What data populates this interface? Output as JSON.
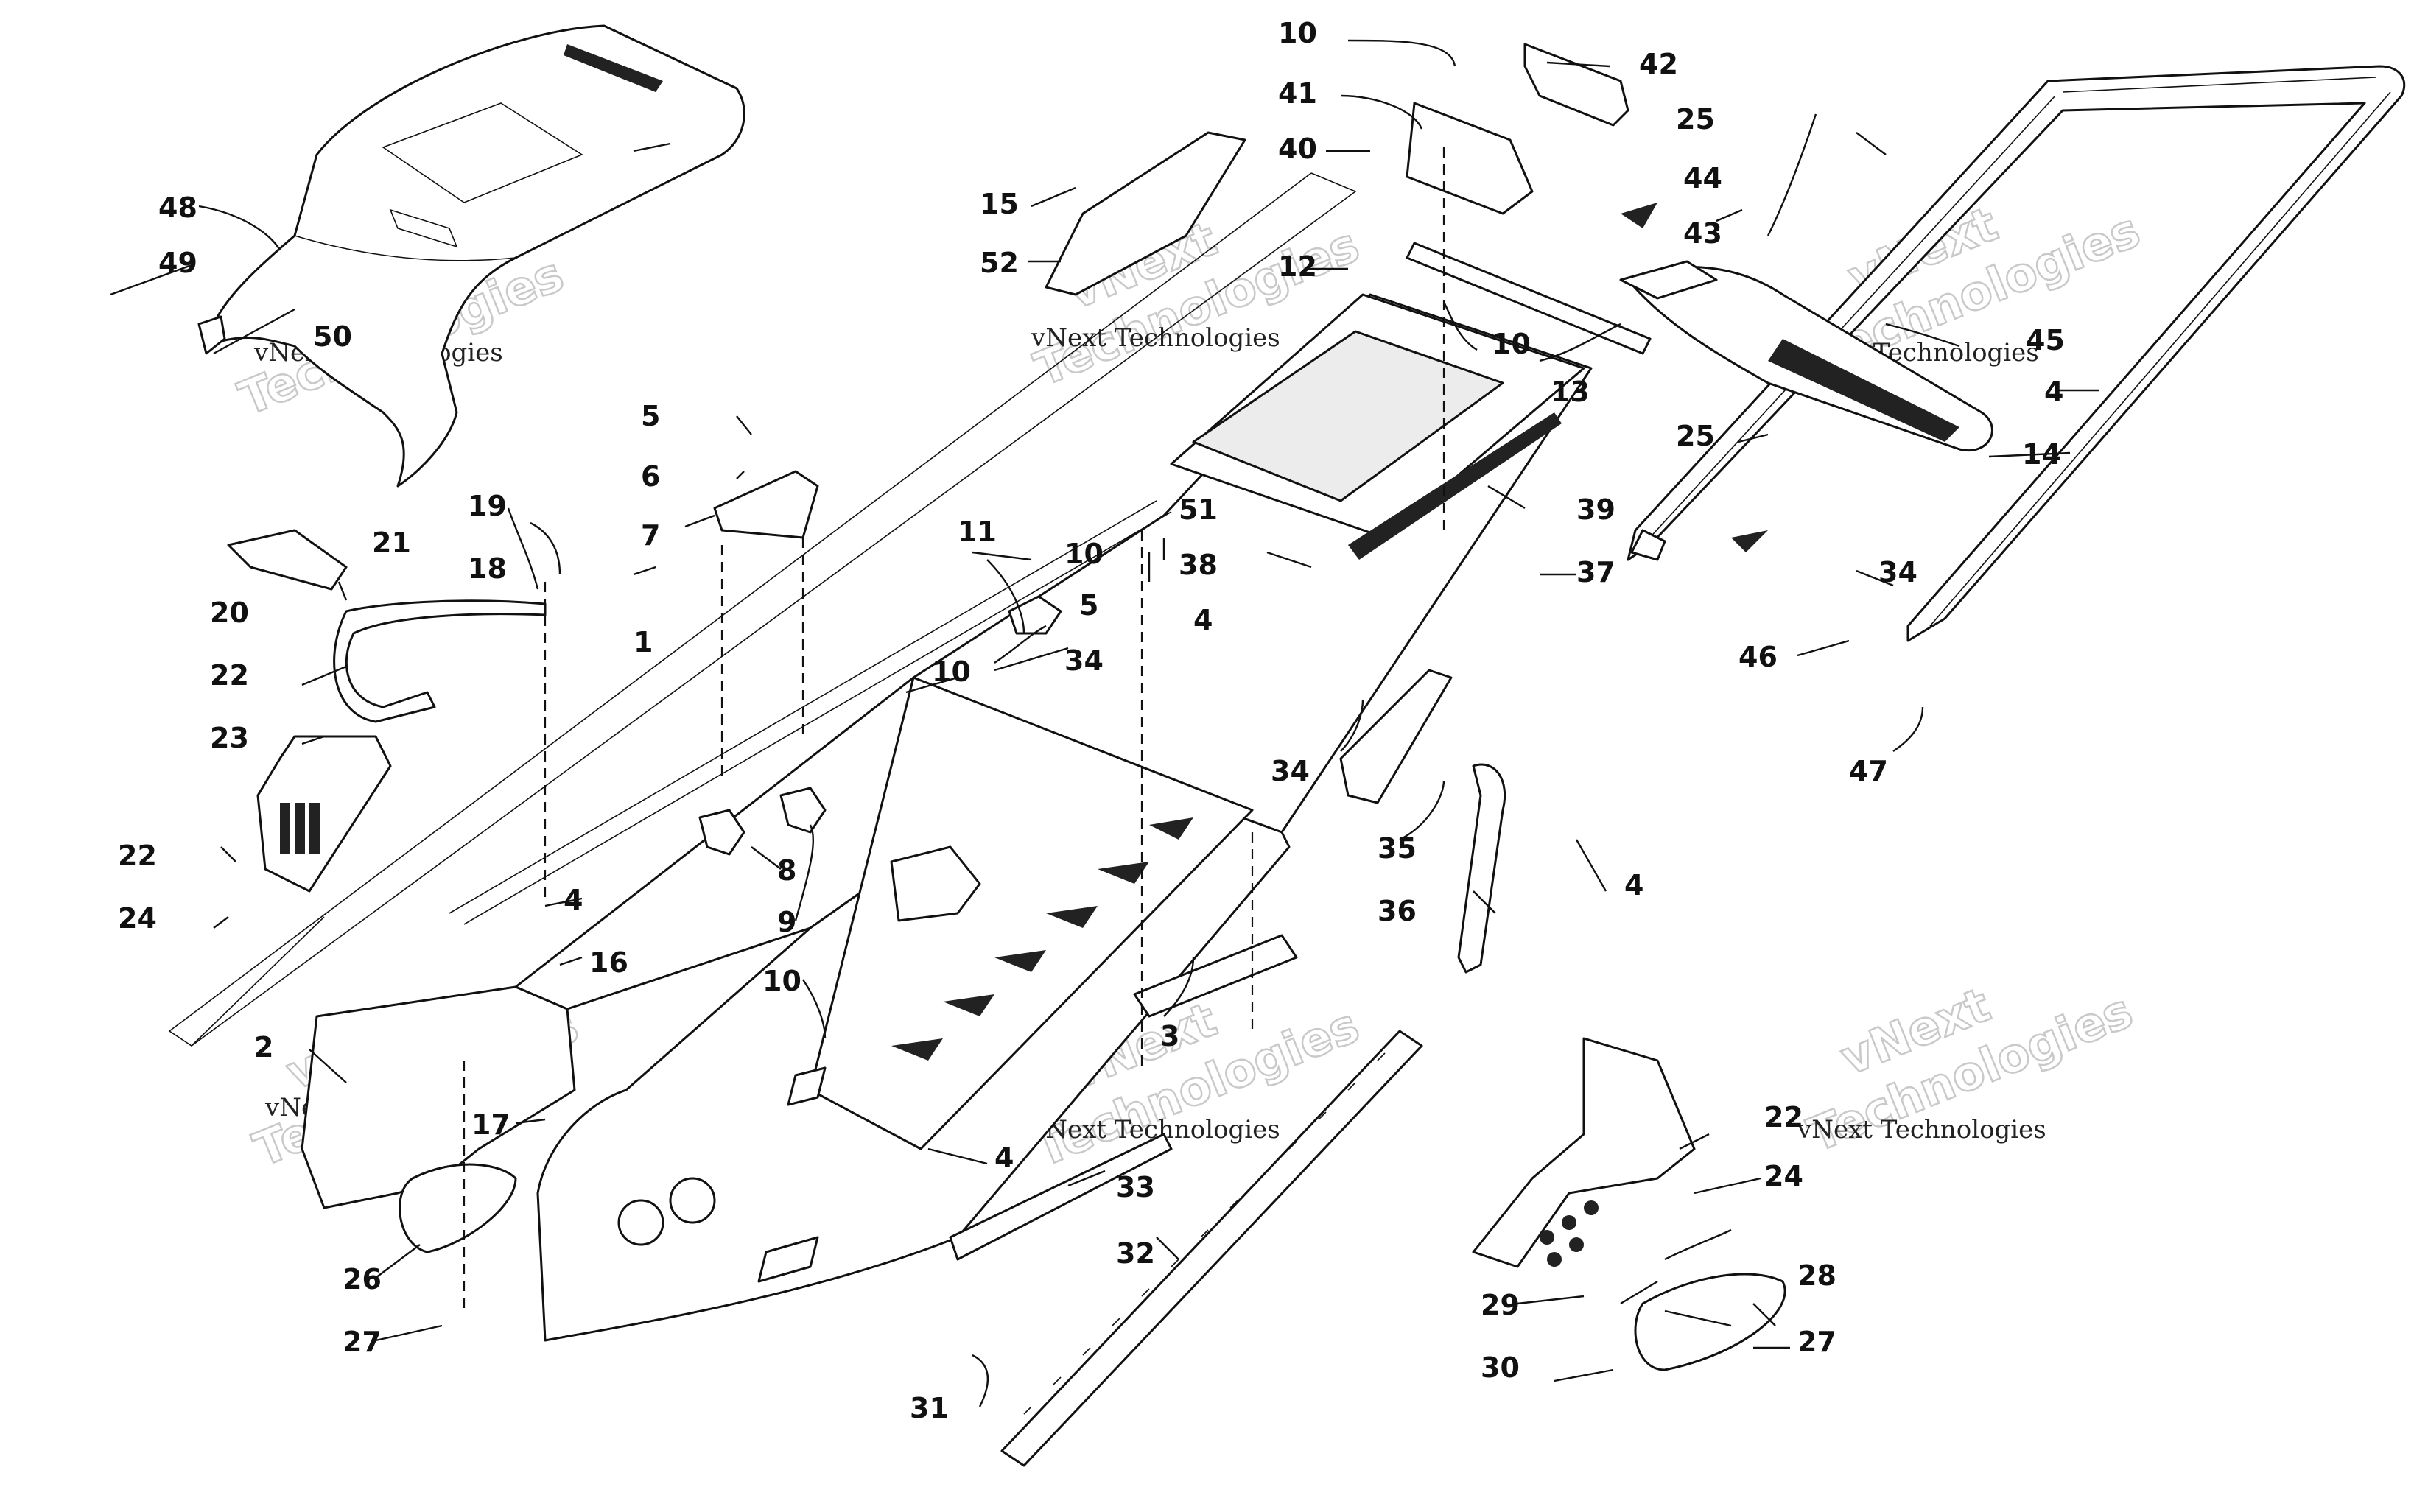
{
  "callouts": [
    {
      "id": "c1",
      "label": "1"
    },
    {
      "id": "c2",
      "label": "2"
    },
    {
      "id": "c3",
      "label": "3"
    },
    {
      "id": "c4a",
      "label": "4"
    },
    {
      "id": "c4b",
      "label": "4"
    },
    {
      "id": "c4c",
      "label": "4"
    },
    {
      "id": "c4d",
      "label": "4"
    },
    {
      "id": "c4e",
      "label": "4"
    },
    {
      "id": "c5a",
      "label": "5"
    },
    {
      "id": "c5b",
      "label": "5"
    },
    {
      "id": "c6",
      "label": "6"
    },
    {
      "id": "c7",
      "label": "7"
    },
    {
      "id": "c8",
      "label": "8"
    },
    {
      "id": "c9",
      "label": "9"
    },
    {
      "id": "c10a",
      "label": "10"
    },
    {
      "id": "c10b",
      "label": "10"
    },
    {
      "id": "c10c",
      "label": "10"
    },
    {
      "id": "c10d",
      "label": "10"
    },
    {
      "id": "c10e",
      "label": "10"
    },
    {
      "id": "c11",
      "label": "11"
    },
    {
      "id": "c12",
      "label": "12"
    },
    {
      "id": "c13",
      "label": "13"
    },
    {
      "id": "c14",
      "label": "14"
    },
    {
      "id": "c15",
      "label": "15"
    },
    {
      "id": "c16",
      "label": "16"
    },
    {
      "id": "c17",
      "label": "17"
    },
    {
      "id": "c18",
      "label": "18"
    },
    {
      "id": "c19",
      "label": "19"
    },
    {
      "id": "c20",
      "label": "20"
    },
    {
      "id": "c21",
      "label": "21"
    },
    {
      "id": "c22a",
      "label": "22"
    },
    {
      "id": "c22b",
      "label": "22"
    },
    {
      "id": "c22c",
      "label": "22"
    },
    {
      "id": "c23",
      "label": "23"
    },
    {
      "id": "c24a",
      "label": "24"
    },
    {
      "id": "c24b",
      "label": "24"
    },
    {
      "id": "c25a",
      "label": "25"
    },
    {
      "id": "c25b",
      "label": "25"
    },
    {
      "id": "c26",
      "label": "26"
    },
    {
      "id": "c27a",
      "label": "27"
    },
    {
      "id": "c27b",
      "label": "27"
    },
    {
      "id": "c28",
      "label": "28"
    },
    {
      "id": "c29",
      "label": "29"
    },
    {
      "id": "c30",
      "label": "30"
    },
    {
      "id": "c31",
      "label": "31"
    },
    {
      "id": "c32",
      "label": "32"
    },
    {
      "id": "c33",
      "label": "33"
    },
    {
      "id": "c34a",
      "label": "34"
    },
    {
      "id": "c34b",
      "label": "34"
    },
    {
      "id": "c34c",
      "label": "34"
    },
    {
      "id": "c35",
      "label": "35"
    },
    {
      "id": "c36",
      "label": "36"
    },
    {
      "id": "c37",
      "label": "37"
    },
    {
      "id": "c38",
      "label": "38"
    },
    {
      "id": "c39",
      "label": "39"
    },
    {
      "id": "c40",
      "label": "40"
    },
    {
      "id": "c41",
      "label": "41"
    },
    {
      "id": "c42",
      "label": "42"
    },
    {
      "id": "c43",
      "label": "43"
    },
    {
      "id": "c44",
      "label": "44"
    },
    {
      "id": "c45",
      "label": "45"
    },
    {
      "id": "c46",
      "label": "46"
    },
    {
      "id": "c47",
      "label": "47"
    },
    {
      "id": "c48",
      "label": "48"
    },
    {
      "id": "c49",
      "label": "49"
    },
    {
      "id": "c50",
      "label": "50"
    },
    {
      "id": "c51",
      "label": "51"
    },
    {
      "id": "c52",
      "label": "52"
    }
  ],
  "watermark": {
    "text": "vNext Technologies",
    "word_vnext": "vNext",
    "word_tech": "Technologies"
  },
  "colors": {
    "ink": "#111111",
    "background": "#ffffff",
    "watermark": "#c9c9c9"
  }
}
